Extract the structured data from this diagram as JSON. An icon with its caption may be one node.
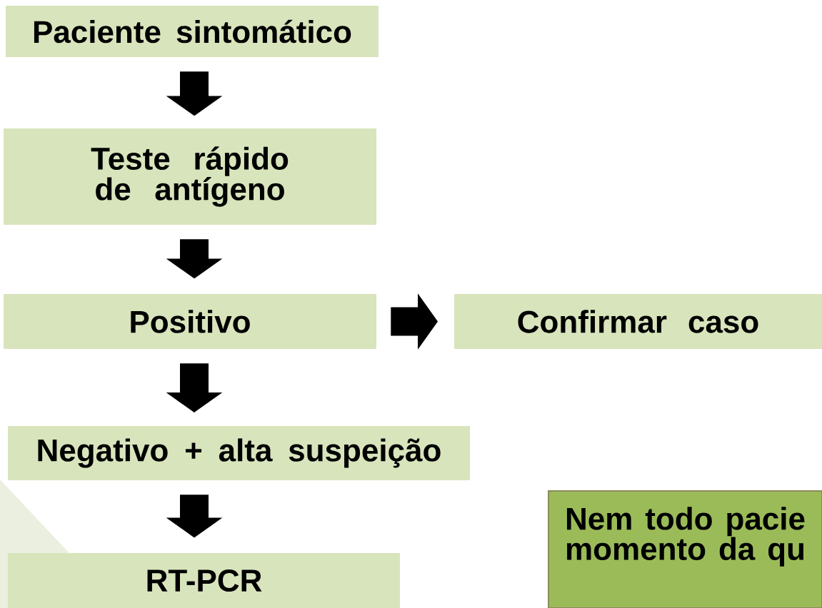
{
  "diagram": {
    "nodes": [
      {
        "text": [
          "Paciente sintomático"
        ]
      },
      {
        "text": [
          "Teste rápido de antígeno"
        ]
      },
      {
        "text": [
          "Positivo"
        ]
      },
      {
        "text": [
          "Confirmar caso"
        ]
      },
      {
        "text": [
          "Negativo + alta suspeição"
        ]
      },
      {
        "text": [
          "RT-PCR"
        ]
      },
      {
        "text": [
          "Nem todo pacie momento da qu"
        ]
      }
    ],
    "edges": [
      {
        "from": 0,
        "to": 1,
        "arrow": "to"
      },
      {
        "from": 1,
        "to": 2,
        "arrow": "to"
      },
      {
        "from": 2,
        "to": 3,
        "arrow": "to"
      },
      {
        "from": 2,
        "to": 4,
        "arrow": "to"
      },
      {
        "from": 4,
        "to": 5,
        "arrow": "to"
      }
    ]
  }
}
